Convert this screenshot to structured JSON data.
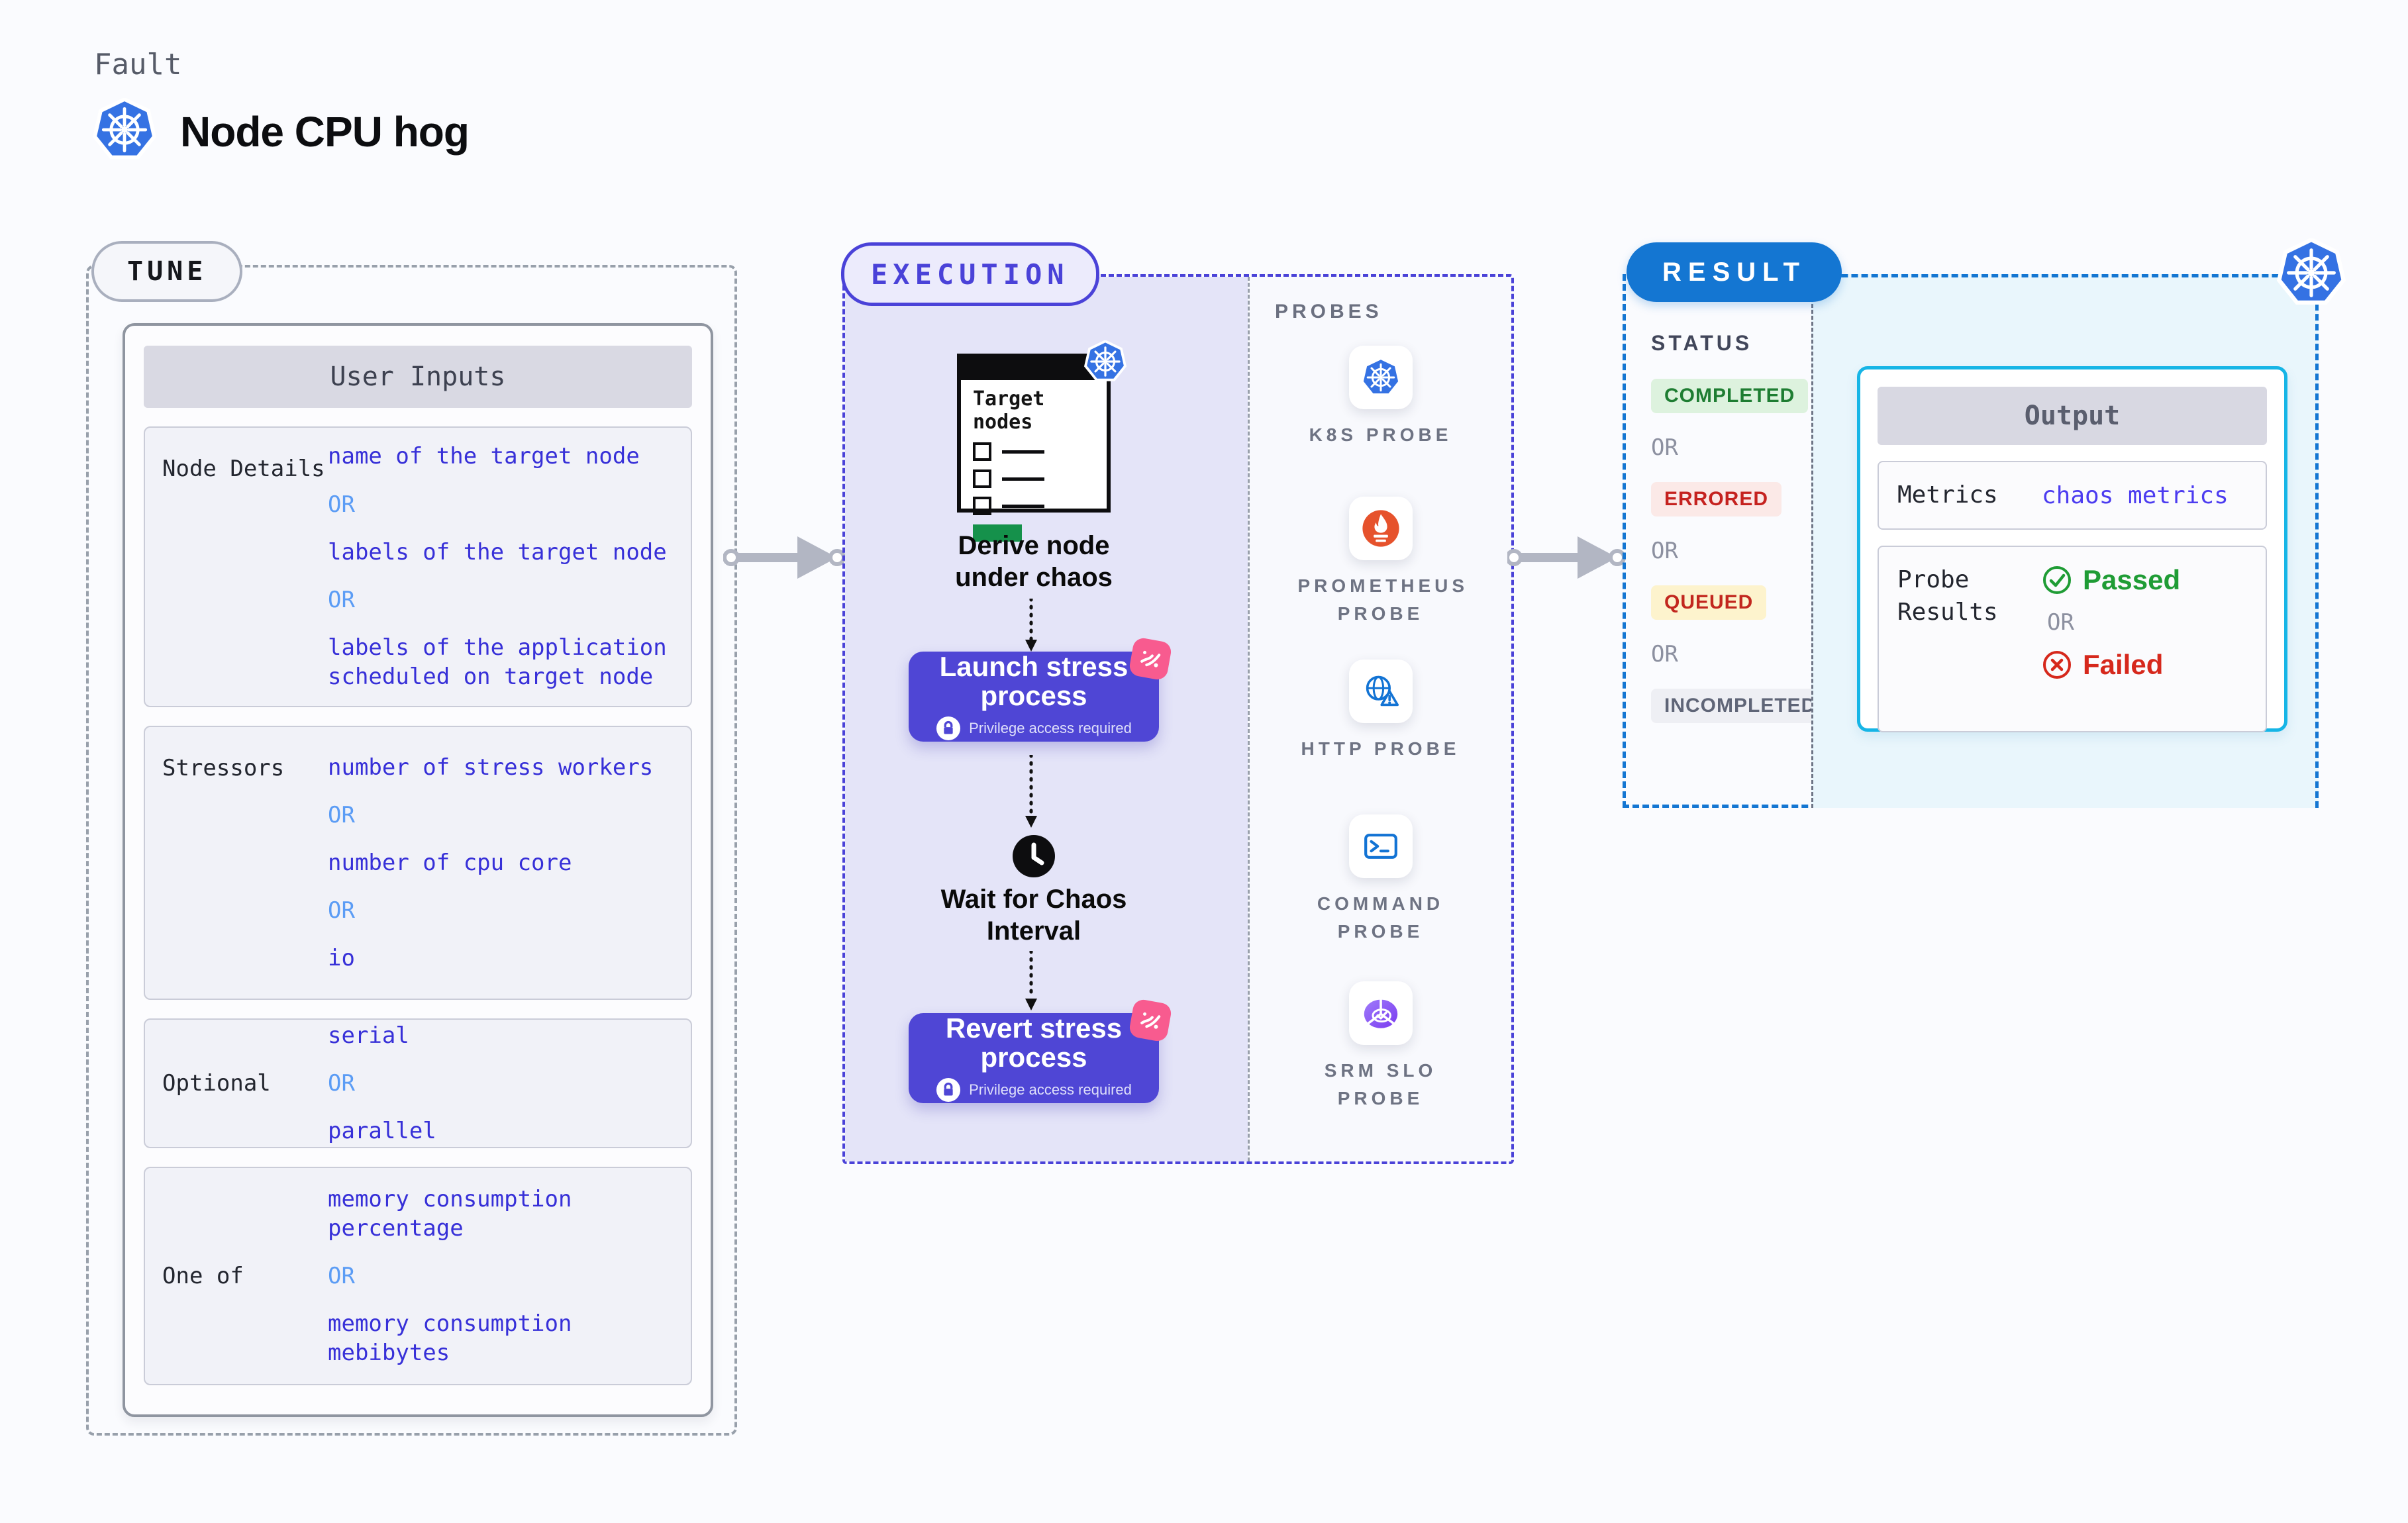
{
  "page": {
    "kicker": "Fault",
    "title": "Node CPU hog"
  },
  "labels": {
    "or": "OR"
  },
  "tune": {
    "badge": "TUNE",
    "table_title": "User Inputs",
    "rows": [
      {
        "label": "Node Details",
        "options": [
          "name of the target node",
          "labels of the target node",
          "labels of the application scheduled on target node"
        ]
      },
      {
        "label": "Stressors",
        "options": [
          "number of stress workers",
          "number of cpu core",
          "io"
        ]
      },
      {
        "label": "Optional",
        "options": [
          "serial",
          "parallel"
        ]
      },
      {
        "label": "One of",
        "options": [
          "memory consumption percentage",
          "memory consumption mebibytes"
        ]
      }
    ]
  },
  "execution": {
    "badge": "EXECUTION",
    "doc_title": "Target nodes",
    "derive_caption": "Derive node under chaos",
    "launch_label": "Launch stress process",
    "wait_caption": "Wait for Chaos Interval",
    "revert_label": "Revert stress process",
    "privilege_note": "Privilege access required"
  },
  "probes": {
    "title": "PROBES",
    "items": [
      {
        "label": "K8S PROBE",
        "icon": "kubernetes-icon"
      },
      {
        "label": "PROMETHEUS PROBE",
        "icon": "prometheus-flame-icon"
      },
      {
        "label": "HTTP PROBE",
        "icon": "globe-alert-icon"
      },
      {
        "label": "COMMAND PROBE",
        "icon": "terminal-icon"
      },
      {
        "label": "SRM SLO PROBE",
        "icon": "slo-gauge-icon"
      }
    ]
  },
  "result": {
    "badge": "RESULT",
    "status_title": "STATUS",
    "statuses": [
      {
        "label": "COMPLETED",
        "fg": "#1e7d32",
        "bg": "#ddf2de"
      },
      {
        "label": "ERRORED",
        "fg": "#c5221f",
        "bg": "#fbe9e7"
      },
      {
        "label": "QUEUED",
        "fg": "#c2271e",
        "bg": "#fdf3cd"
      },
      {
        "label": "INCOMPLETED",
        "fg": "#5f6577",
        "bg": "#eeeff4"
      }
    ],
    "output": {
      "title": "Output",
      "metrics_label": "Metrics",
      "metrics_value": "chaos metrics",
      "probe_results_label": "Probe Results",
      "passed": "Passed",
      "failed": "Failed"
    }
  },
  "colors": {
    "kubernetes_blue": "#3572e3",
    "execution_accent": "#4a42d8",
    "button_indigo": "#4f46d5",
    "badge_pink": "#f85b8f",
    "result_blue": "#1476d2",
    "output_border_cyan": "#16b5e6",
    "value_indigo": "#3730d8",
    "or_blue": "#5b9cf5",
    "passed_green": "#1f9c35",
    "failed_red": "#d6281c",
    "prometheus_orange": "#e6522c",
    "probe_blue": "#1273d4",
    "srm_purple": "#8a5cf5",
    "doc_green": "#15914b"
  }
}
